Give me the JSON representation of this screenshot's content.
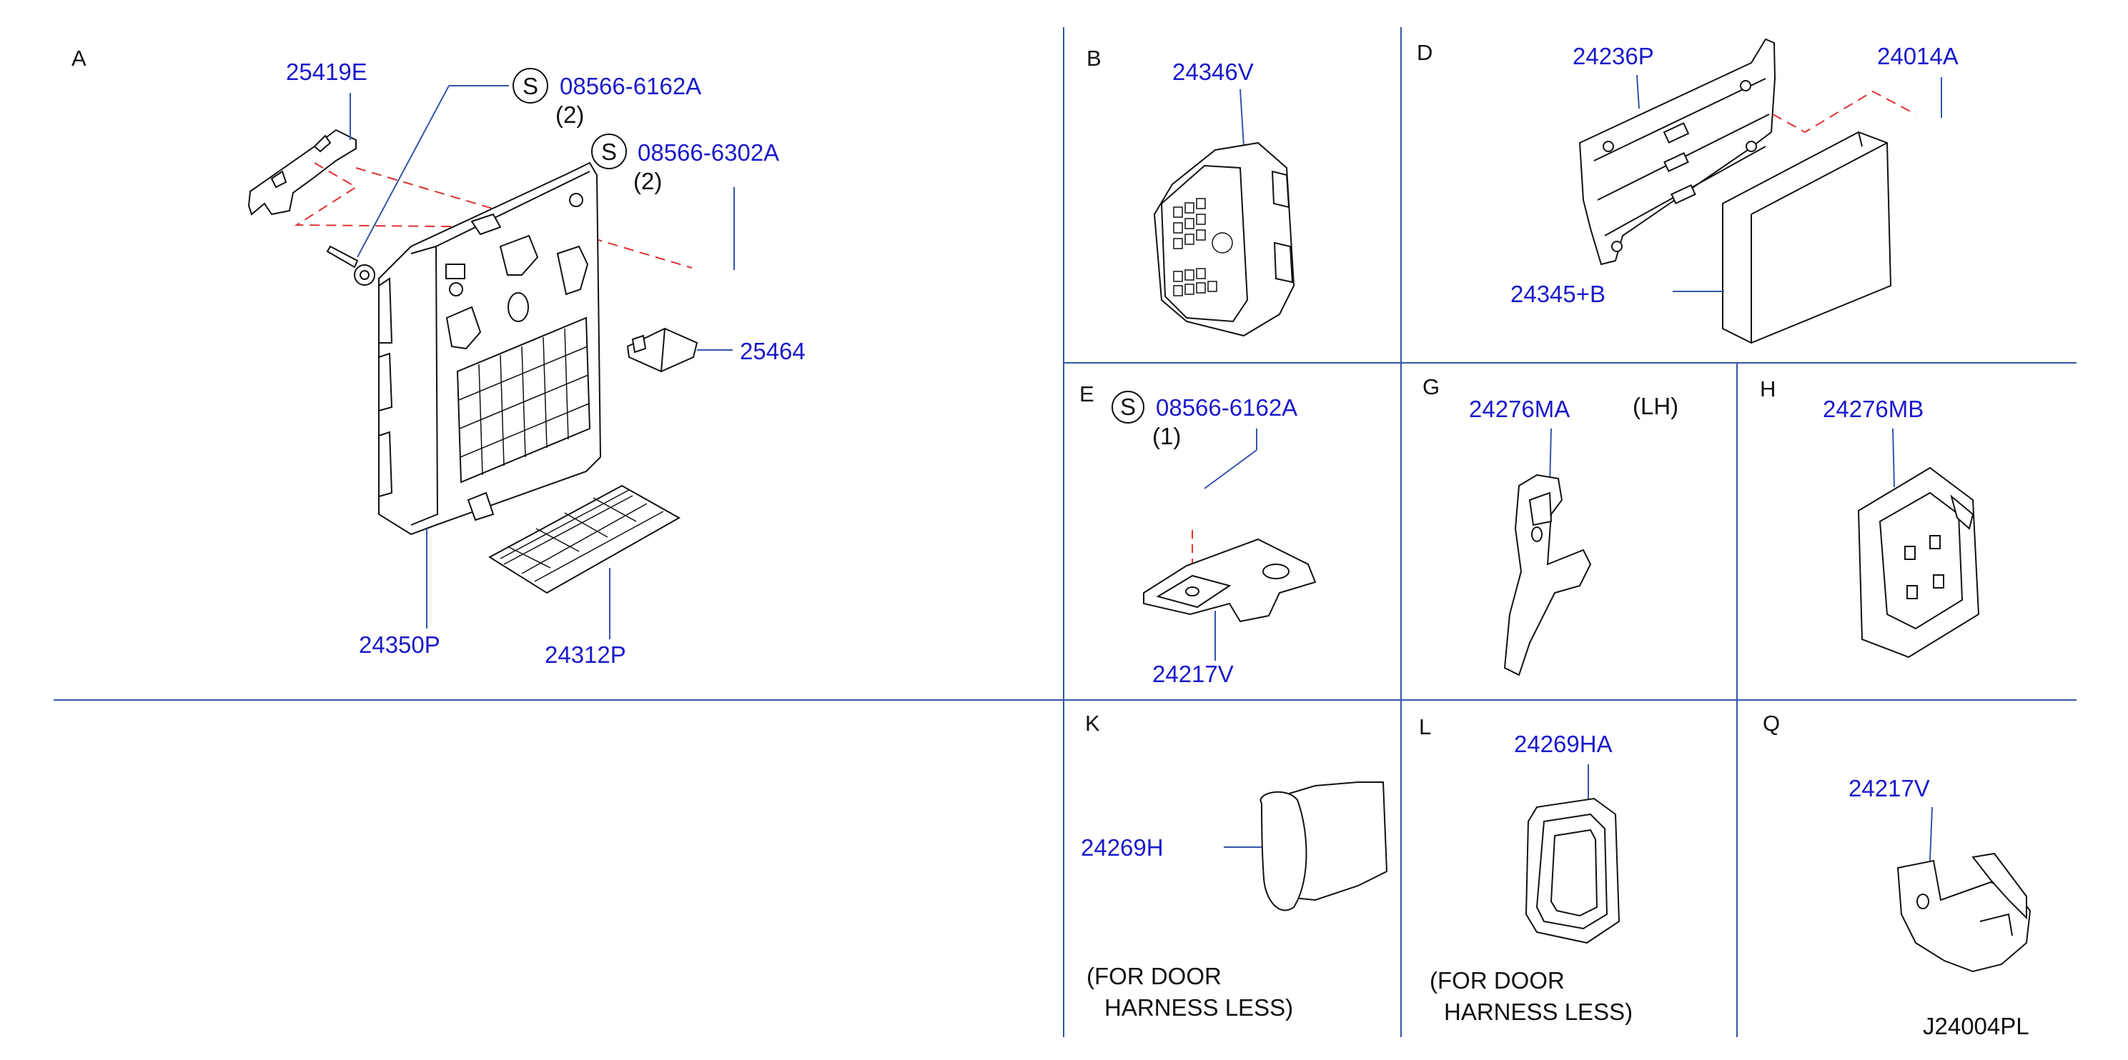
{
  "colors": {
    "part_number": "#1a1acc",
    "grid": "#3355aa",
    "leader": "#3355aa",
    "dash": "#e03030",
    "ink": "#111111"
  },
  "diagram_id": "J24004PL",
  "sections": [
    {
      "id": "A",
      "parts": [
        {
          "pn": "25419E"
        },
        {
          "pn": "08566-6162A",
          "marker": "S",
          "qty": "(2)"
        },
        {
          "pn": "08566-6302A",
          "marker": "S",
          "qty": "(2)"
        },
        {
          "pn": "25464"
        },
        {
          "pn": "24350P"
        },
        {
          "pn": "24312P"
        }
      ]
    },
    {
      "id": "B",
      "parts": [
        {
          "pn": "24346V"
        }
      ]
    },
    {
      "id": "D",
      "parts": [
        {
          "pn": "24236P"
        },
        {
          "pn": "24014A"
        },
        {
          "pn": "24345+B"
        }
      ]
    },
    {
      "id": "E",
      "parts": [
        {
          "pn": "08566-6162A",
          "marker": "S",
          "qty": "(1)"
        },
        {
          "pn": "24217V"
        }
      ]
    },
    {
      "id": "G",
      "note": "(LH)",
      "parts": [
        {
          "pn": "24276MA"
        }
      ]
    },
    {
      "id": "H",
      "parts": [
        {
          "pn": "24276MB"
        }
      ]
    },
    {
      "id": "K",
      "note_lines": [
        "(FOR  DOOR",
        "HARNESS  LESS)"
      ],
      "parts": [
        {
          "pn": "24269H"
        }
      ]
    },
    {
      "id": "L",
      "note_lines": [
        "(FOR  DOOR",
        "HARNESS  LESS)"
      ],
      "parts": [
        {
          "pn": "24269HA"
        }
      ]
    },
    {
      "id": "Q",
      "parts": [
        {
          "pn": "24217V"
        }
      ]
    }
  ]
}
